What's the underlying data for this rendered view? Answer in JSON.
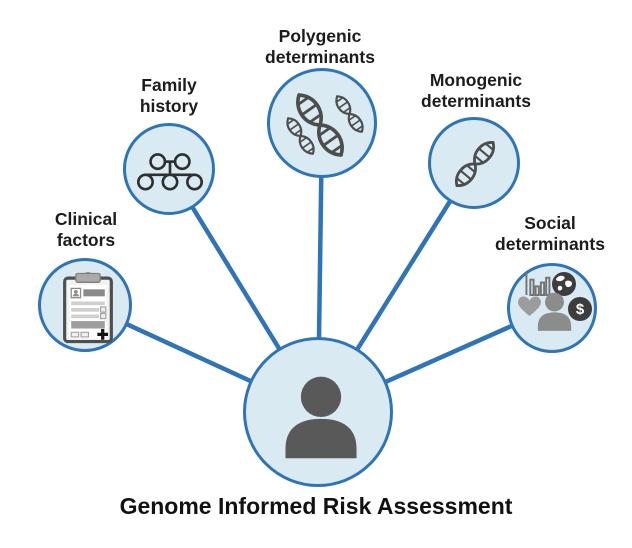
{
  "title": "Genome Informed Risk Assessment",
  "colors": {
    "circle-fill": "#d9eaf3",
    "circle-border": "#2e74b6",
    "connector": "#2e74b6",
    "icon-dark": "#4d4d4d",
    "icon-gray": "#8c8c8c",
    "text": "#1c1c1c"
  },
  "nodes": [
    {
      "id": "clinical-factors",
      "label": "Clinical factors",
      "lines": [
        "Clinical",
        "factors"
      ],
      "icon": "clipboard-icon"
    },
    {
      "id": "family-history",
      "label": "Family history",
      "lines": [
        "Family",
        "history"
      ],
      "icon": "pedigree-icon"
    },
    {
      "id": "polygenic-determinants",
      "label": "Polygenic determinants",
      "lines": [
        "Polygenic",
        "determinants"
      ],
      "icon": "dna-multiple-icon"
    },
    {
      "id": "monogenic-determinants",
      "label": "Monogenic determinants",
      "lines": [
        "Monogenic",
        "determinants"
      ],
      "icon": "dna-single-icon"
    },
    {
      "id": "social-determinants",
      "label": "Social determinants",
      "lines": [
        "Social",
        "determinants"
      ],
      "icons": [
        "bar-chart-icon",
        "globe-icon",
        "heart-icon",
        "person-icon",
        "dollar-coin-icon"
      ],
      "coin_label": "$"
    },
    {
      "id": "central-person",
      "label": "",
      "icon": "person-icon"
    }
  ]
}
